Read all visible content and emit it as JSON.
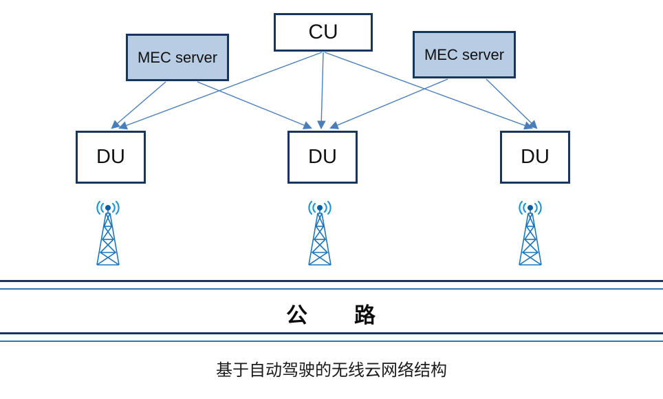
{
  "diagram": {
    "nodes": {
      "cu": {
        "label": "CU"
      },
      "mec_left": {
        "label": "MEC server"
      },
      "mec_right": {
        "label": "MEC server"
      },
      "du_left": {
        "label": "DU"
      },
      "du_center": {
        "label": "DU"
      },
      "du_right": {
        "label": "DU"
      }
    },
    "links": [
      "cu->du_left",
      "cu->du_center",
      "cu->du_right",
      "mec_left->du_left",
      "mec_left->du_center",
      "mec_right->du_center",
      "mec_right->du_right"
    ],
    "road_label": "公　　路",
    "caption": "基于自动驾驶的无线云网络结构",
    "colors": {
      "box_border": "#17365d",
      "mec_fill": "#b8cce4",
      "arrow": "#4a7ebb",
      "tower": "#1b75bb",
      "tower_wave": "#2196d3",
      "road_line_dark": "#17365d",
      "road_line_light": "#2e75b6"
    }
  }
}
